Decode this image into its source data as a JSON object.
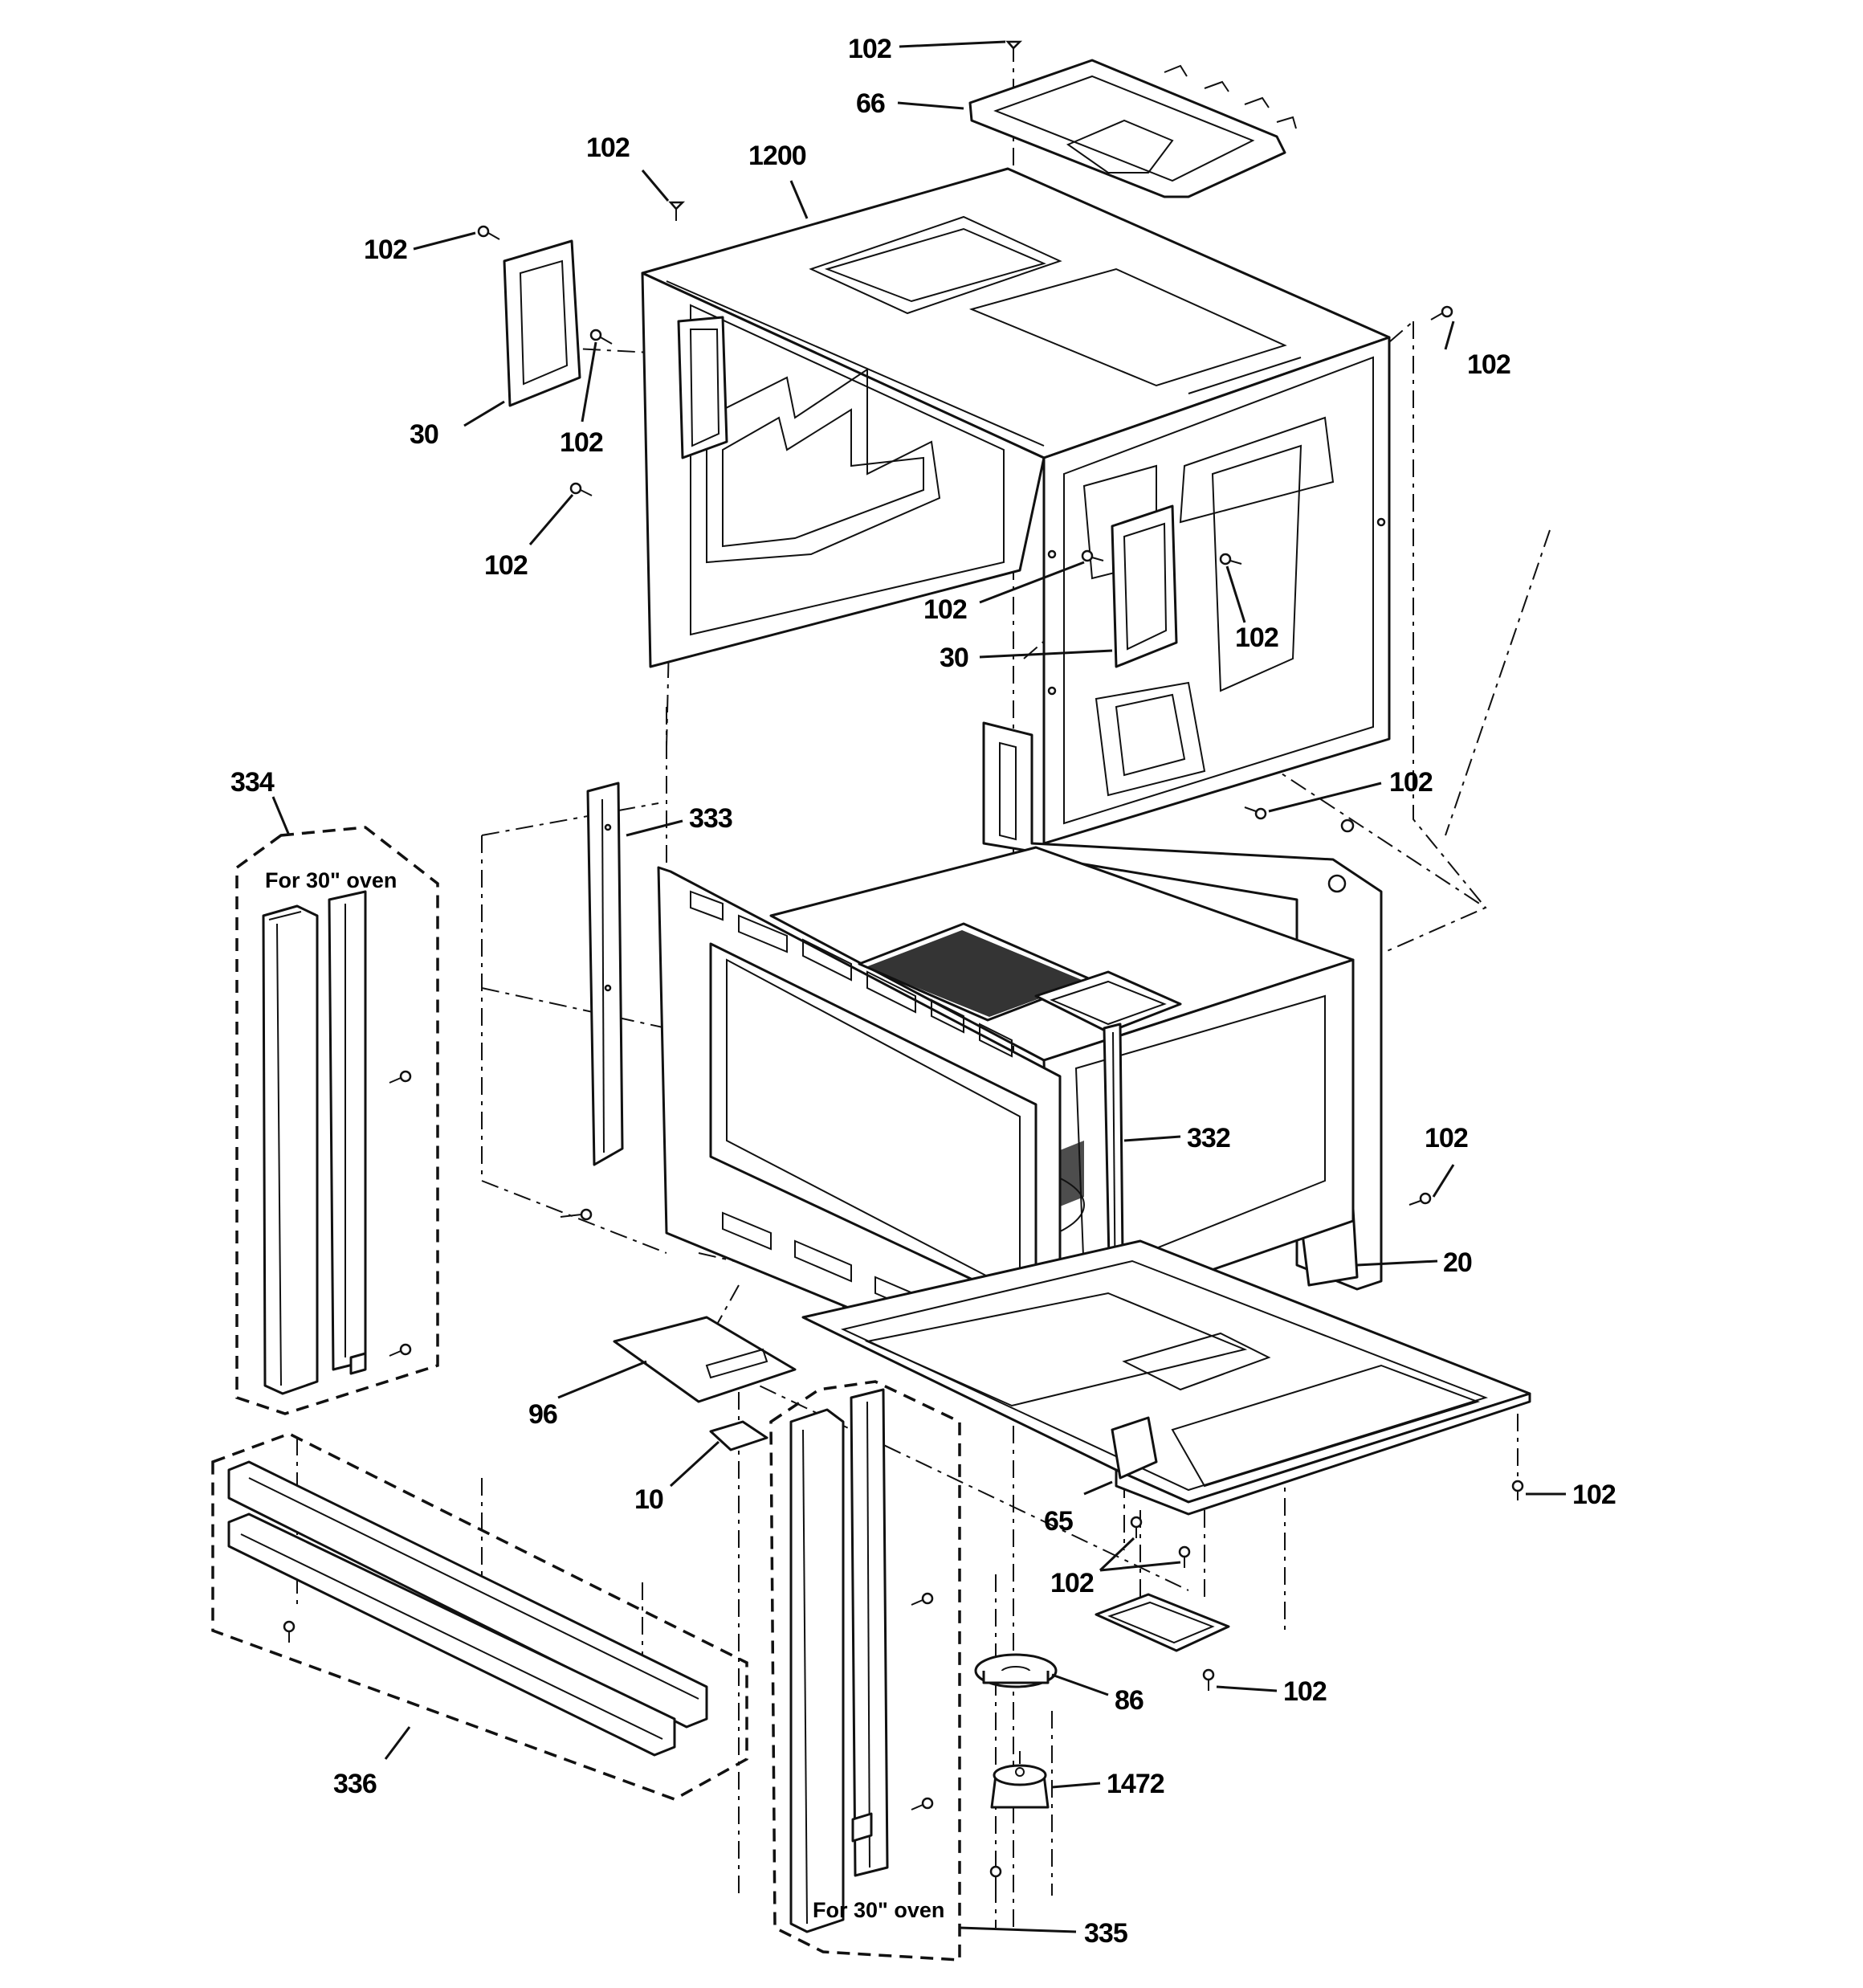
{
  "callouts": {
    "c102_top": "102",
    "c66": "66",
    "c102_a": "102",
    "c1200": "1200",
    "c102_b": "102",
    "c102_right_top": "102",
    "c30_left": "30",
    "c102_c": "102",
    "c102_d": "102",
    "c102_e": "102",
    "c102_f": "102",
    "c30_right": "30",
    "c102_g": "102",
    "c334": "334",
    "c333": "333",
    "c332": "332",
    "c102_h": "102",
    "c20": "20",
    "c96": "96",
    "c10": "10",
    "c65": "65",
    "c102_i": "102",
    "c102_j": "102",
    "c102_k": "102",
    "c86": "86",
    "c1472": "1472",
    "c336": "336",
    "c335": "335"
  },
  "notes": {
    "for30_left": "For 30\" oven",
    "for30_bottom": "For 30\" oven"
  },
  "colors": {
    "ink": "#111111",
    "paper": "#ffffff"
  }
}
